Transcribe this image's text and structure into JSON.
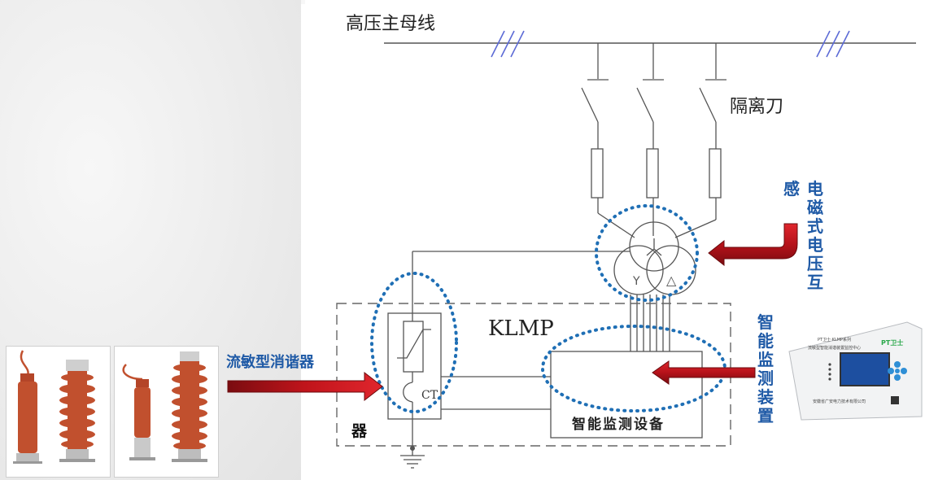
{
  "bus_title": "高压主母线",
  "disconnector_label": "隔离刀",
  "klmp_label": "KLMP",
  "ct_label": "CT",
  "monitor_box_label": "智能监测设备",
  "callout_eliminator": "流敏型消谐器",
  "callout_eliminator_tail": "器",
  "callout_pt_first": "感",
  "callout_pt_rest": "电磁式电压互",
  "callout_monitor": "智能监测装置",
  "device_photo": {
    "series": "PT卫士·KLMP系列",
    "subtitle": "流敏型智能消谐装置监控中心",
    "brand": "PT卫士",
    "company": "安徽省广安电力技术有限公司"
  },
  "transformer_winding_left": "Y",
  "transformer_winding_right": "△",
  "colors": {
    "callout_text": "#1f5aa6",
    "circle_dots": "#1f6fb5",
    "arrow_fill": "#c0141b",
    "insulator": "#c1502e",
    "line": "#555555"
  }
}
